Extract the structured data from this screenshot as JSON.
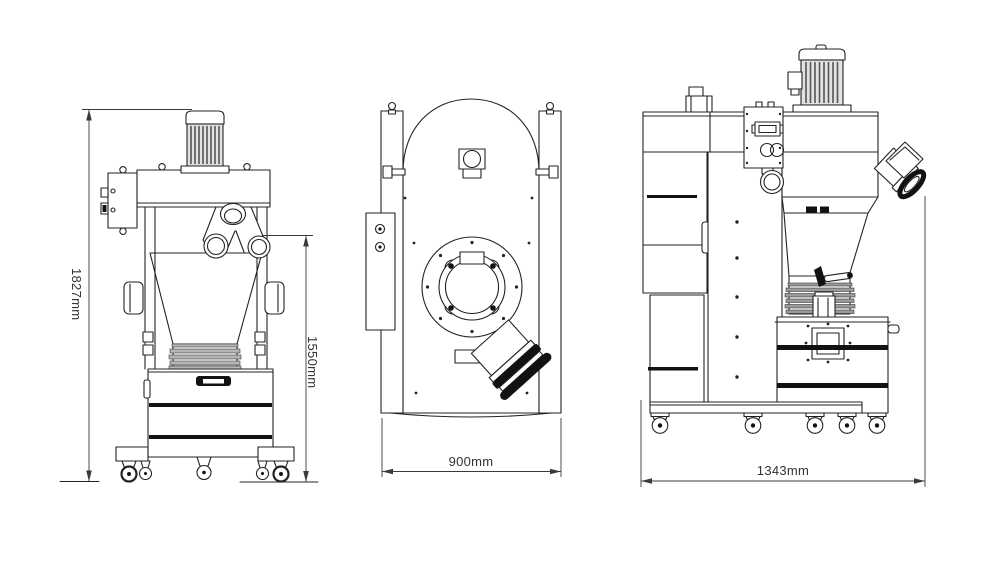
{
  "page": {
    "background": "#ffffff"
  },
  "drawing": {
    "stroke_color": "#232323",
    "dimension_color": "#3a3a3a",
    "black_fill": "#121212",
    "pleat_gray": "#9a9a9a"
  },
  "dimensions": {
    "overall_height": {
      "value": "1827mm"
    },
    "inlet_height": {
      "value": "1550mm"
    },
    "depth": {
      "value": "900mm"
    },
    "width": {
      "value": "1343mm"
    }
  }
}
